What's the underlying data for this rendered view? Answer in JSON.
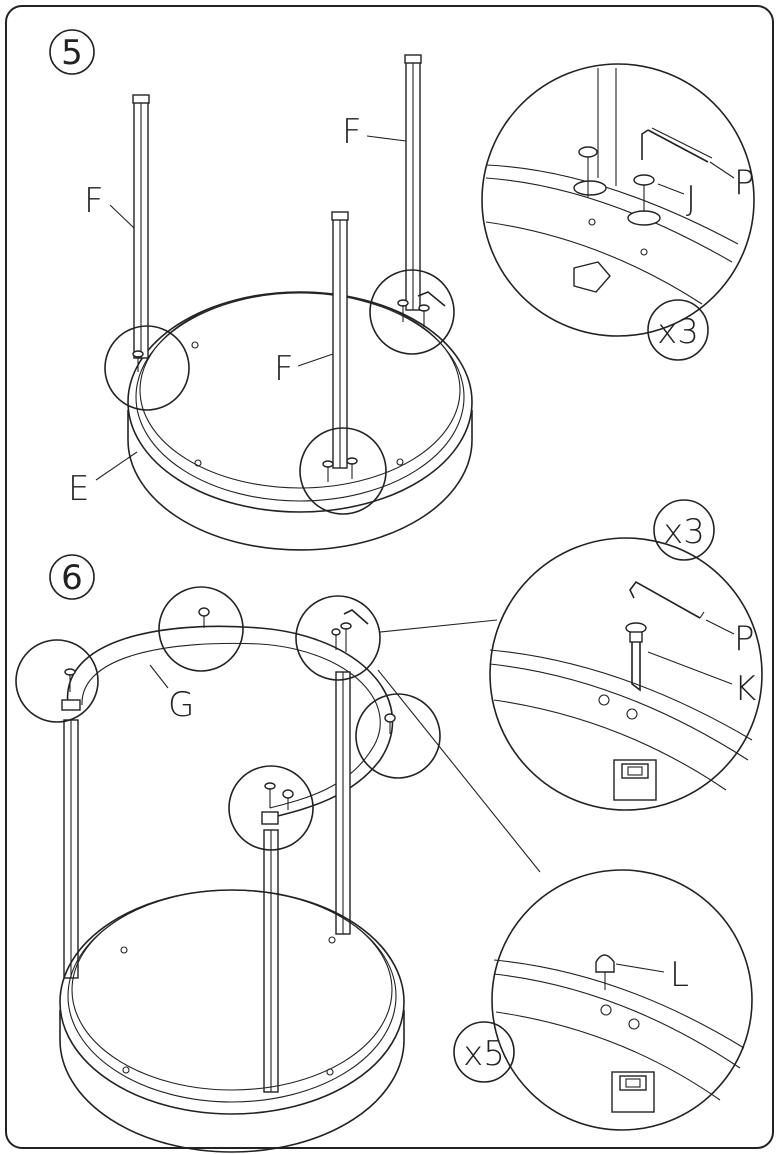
{
  "step5": {
    "number": "5",
    "labels": {
      "leg_1": "F",
      "leg_2": "F",
      "leg_3": "F",
      "ring": "E",
      "allen_key": "P",
      "bolt": "J"
    },
    "quantity": "x3"
  },
  "step6": {
    "number": "6",
    "labels": {
      "top_ring": "G",
      "allen_key": "P",
      "screw": "K",
      "cap": "L"
    },
    "quantity_screw": "x3",
    "quantity_cap": "x5"
  }
}
